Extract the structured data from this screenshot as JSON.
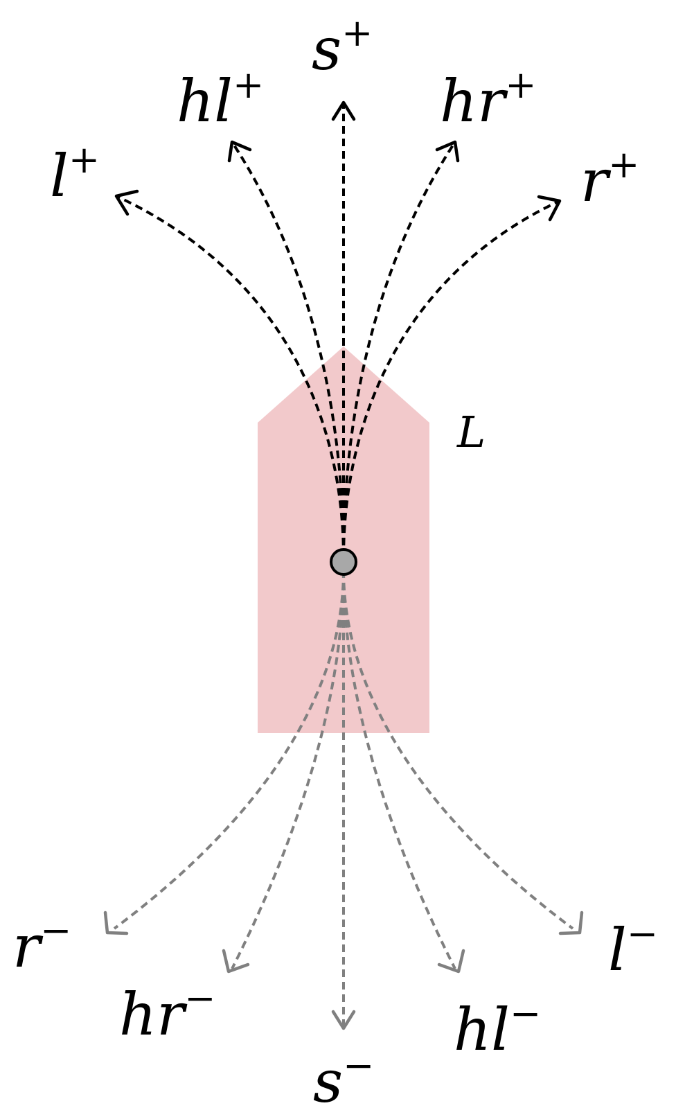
{
  "colors": {
    "vehicle_fill": "#f2c9cb",
    "forward_path": "#000000",
    "reverse_path": "#808080",
    "reference_point_fill": "#a8a8a8",
    "reference_point_stroke": "#000000"
  },
  "vehicle": {
    "label": "L"
  },
  "primitives": {
    "forward": [
      {
        "id": "l",
        "base": "l",
        "sign": "+"
      },
      {
        "id": "hl",
        "base": "hl",
        "sign": "+"
      },
      {
        "id": "s",
        "base": "s",
        "sign": "+"
      },
      {
        "id": "hr",
        "base": "hr",
        "sign": "+"
      },
      {
        "id": "r",
        "base": "r",
        "sign": "+"
      }
    ],
    "reverse": [
      {
        "id": "r",
        "base": "r",
        "sign": "−"
      },
      {
        "id": "hr",
        "base": "hr",
        "sign": "−"
      },
      {
        "id": "s",
        "base": "s",
        "sign": "−"
      },
      {
        "id": "hl",
        "base": "hl",
        "sign": "−"
      },
      {
        "id": "l",
        "base": "l",
        "sign": "−"
      }
    ]
  }
}
